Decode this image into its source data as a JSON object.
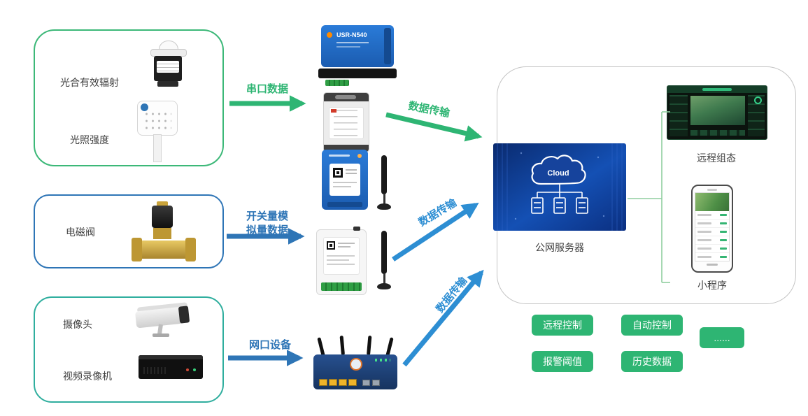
{
  "left_boxes": {
    "sensors": {
      "item1": "光合有效辐射",
      "item2": "光照强度"
    },
    "valve": {
      "item1": "电磁阀"
    },
    "camera": {
      "item1": "摄像头",
      "item2": "视频录像机"
    }
  },
  "flow_labels": {
    "serial": "串口数据",
    "analog": "开关量模\n拟量数据",
    "network": "网口设备",
    "trans1": "数据传输",
    "trans2": "数据传输",
    "trans3": "数据传输"
  },
  "devices": {
    "serial_server": "USR-N540"
  },
  "cloud_box": {
    "cloud_text": "Cloud",
    "server_label": "公网服务器",
    "scada_label": "远程组态",
    "miniapp_label": "小程序"
  },
  "badges": {
    "b1": "远程控制",
    "b2": "自动控制",
    "b3": "报警阈值",
    "b4": "历史数据",
    "b5": "......"
  },
  "colors": {
    "green": "#2eb573",
    "blue": "#2e75b6",
    "skyblue": "#2d8ed3",
    "teal": "#2fae9e",
    "badge_green": "#2eb573"
  }
}
